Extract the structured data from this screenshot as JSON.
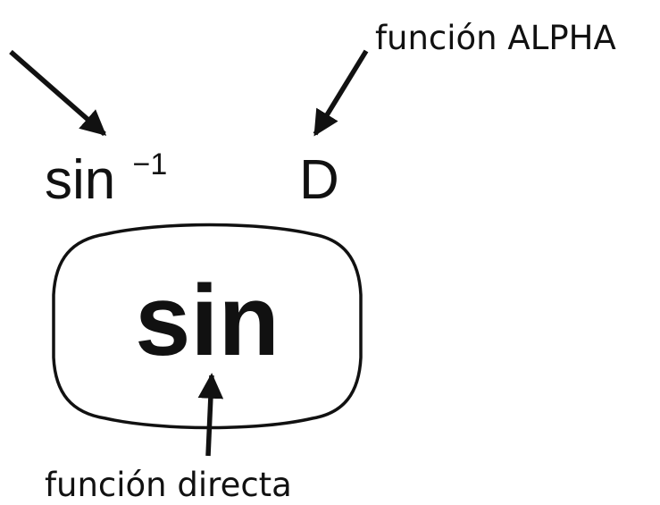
{
  "labels": {
    "alpha_function": "función ALPHA",
    "direct_function": "función directa"
  },
  "key": {
    "main_label": "sin",
    "shift_label_base": "sin",
    "shift_label_exponent": "−1",
    "alpha_label": "D"
  },
  "colors": {
    "ink": "#111111",
    "background": "#ffffff"
  }
}
